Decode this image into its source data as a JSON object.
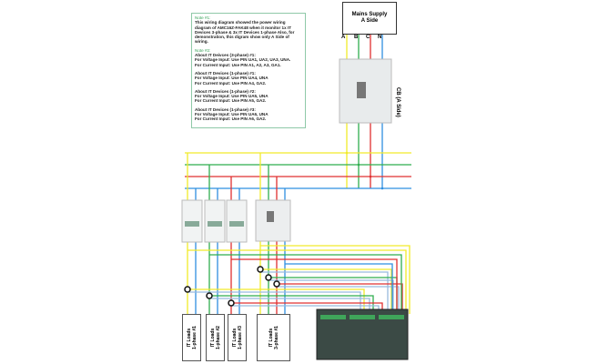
{
  "notes": {
    "note1_title": "Note #1:",
    "note1_text": "This wiring diagram showed the power wiring diagram of AMC16Z-FAK48 when it monitor 1x IT Devices 3-phase & 3x IT Devices 1-phase Also, for demonstration, this digram show only A Side of wiring.",
    "note2_title": "Note #2:",
    "blocks": [
      "About IT Deivces (3-phase) #1:\nFor Voltage Input: Use PIN UA1, UA2, UA3, UNA.\nFor Current Input: Use PIN A1, A2, A3, GA1.",
      "About IT Devices (1-phase) #1:\nFor Voltage Input: Use PIN UA4, UNA\nFor Current Input: Use PIN A4, GA2.",
      "About IT Devices (1-phase) #2:\nFor Voltage Input: Use PIN UA5, UNA\nFor Current Input: Use PIN A5, GA2.",
      "About IT Devices (1-phase) #3:\nFor Voltage Input: Use PIN UA6, UNA\nFor Current Input: Use PIN A6, GA2."
    ]
  },
  "mains": {
    "label": "Mains Supply\nA Side",
    "phases": [
      "A",
      "B",
      "C",
      "N"
    ]
  },
  "breaker_label": "CB (A Side)",
  "loads": [
    "IT Loads\n1-phase #1",
    "IT Loads\n1-phase #2",
    "IT Loads\n1-phase #3",
    "IT Loads\n3-phase #1"
  ],
  "colors": {
    "A": "#f2ea2a",
    "B": "#2fae4e",
    "C": "#e03030",
    "N": "#2f8fe0"
  }
}
